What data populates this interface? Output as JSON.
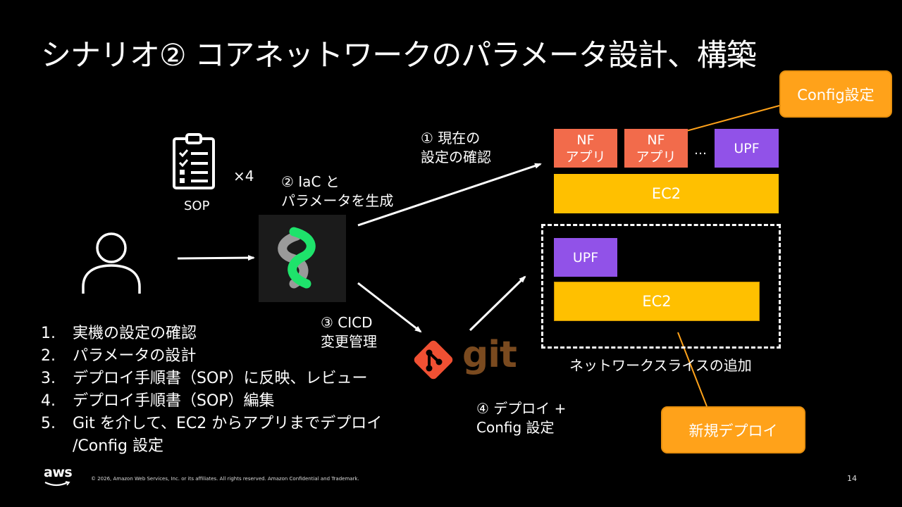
{
  "title": "シナリオ② コアネットワークのパラメータ設計、構築",
  "sop": {
    "label": "SOP",
    "multiplier": "×4"
  },
  "labels": {
    "step1_line1": "① 現在の",
    "step1_line2": "設定の確認",
    "step2_line1": "② IaC と",
    "step2_line2": "パラメータを生成",
    "step3_line1": "③ CICD",
    "step3_line2": "変更管理",
    "step4_line1": "④ デプロイ +",
    "step4_line2": "Config 設定",
    "slice_caption": "ネットワークスライスの追加"
  },
  "existing_stack": {
    "nf1_line1": "NF",
    "nf1_line2": "アプリ",
    "nf2_line1": "NF",
    "nf2_line2": "アプリ",
    "ellipsis": "…",
    "upf": "UPF",
    "ec2": "EC2"
  },
  "new_stack": {
    "upf": "UPF",
    "ec2": "EC2"
  },
  "callouts": {
    "config": "Config設定",
    "new_deploy": "新規デプロイ"
  },
  "git_label": "git",
  "steps": [
    {
      "num": "1.",
      "text": "実機の設定の確認"
    },
    {
      "num": "2.",
      "text": "パラメータの設計"
    },
    {
      "num": "3.",
      "text": "デプロイ手順書（SOP）に反映、レビュー"
    },
    {
      "num": "4.",
      "text": "デプロイ手順書（SOP）編集"
    },
    {
      "num": "5.",
      "text": "Git を介して、EC2 からアプリまでデプロイ"
    },
    {
      "num": "",
      "text": "/Config 設定"
    }
  ],
  "footer": {
    "logo": "aws",
    "copyright": "© 2026, Amazon Web Services, Inc. or its affiliates. All rights reserved. Amazon Confidential and Trademark.",
    "page_number": "14"
  },
  "colors": {
    "nf": "#f26b4b",
    "upf": "#9152e8",
    "ec2": "#ffc000",
    "callout": "#ffa21a",
    "git": "#f05033",
    "cicd_green": "#1ee36b"
  }
}
